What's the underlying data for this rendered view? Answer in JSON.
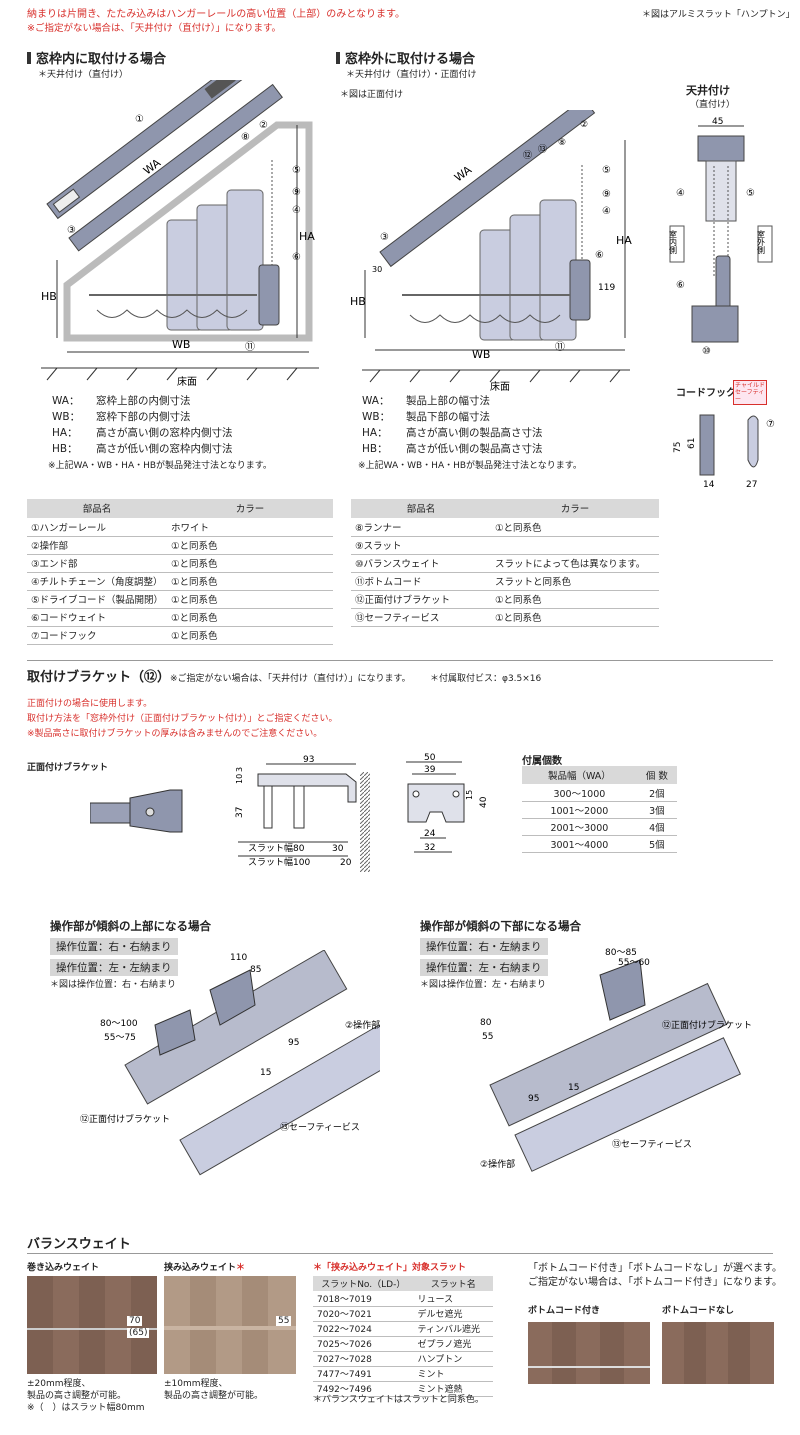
{
  "header": {
    "note1": "納まりは片開き、たたみ込みはハンガーレールの高い位置（上部）のみとなります。",
    "note2": "※ご指定がない場合は、「天井付け（直付け）」になります。",
    "fig_note": "＊図はアルミスラット「ハンプトン」"
  },
  "inside": {
    "title": "窓枠内に取付ける場合",
    "sub": "＊天井付け（直付け）",
    "labels": {
      "wa": "WA",
      "wb": "WB",
      "ha": "HA",
      "hb": "HB",
      "floor": "床面"
    },
    "legend": [
      {
        "k": "WA：",
        "v": "窓枠上部の内側寸法"
      },
      {
        "k": "WB：",
        "v": "窓枠下部の内側寸法"
      },
      {
        "k": "HA：",
        "v": "高さが高い側の窓枠内側寸法"
      },
      {
        "k": "HB：",
        "v": "高さが低い側の窓枠内側寸法"
      }
    ],
    "legend_note": "※上記WA・WB・HA・HBが製品発注寸法となります。"
  },
  "outside": {
    "title": "窓枠外に取付ける場合",
    "sub": "＊天井付け（直付け）・正面付け",
    "sub2": "＊図は正面付け",
    "labels": {
      "wa": "WA",
      "wb": "WB",
      "ha": "HA",
      "hb": "HB",
      "floor": "床面",
      "d119": "119",
      "d30": "30"
    },
    "legend": [
      {
        "k": "WA：",
        "v": "製品上部の幅寸法"
      },
      {
        "k": "WB：",
        "v": "製品下部の幅寸法"
      },
      {
        "k": "HA：",
        "v": "高さが高い側の製品高さ寸法"
      },
      {
        "k": "HB：",
        "v": "高さが低い側の製品高さ寸法"
      }
    ],
    "legend_note": "※上記WA・WB・HA・HBが製品発注寸法となります。"
  },
  "ceiling": {
    "title": "天井付け",
    "sub": "（直付け）",
    "dim": "45",
    "in": "室内側",
    "out": "室外側"
  },
  "cordhook": {
    "title": "コードフック",
    "badge": "チャイルドセーフティー",
    "d75": "75",
    "d61": "61",
    "d14": "14",
    "d27": "27"
  },
  "parts_left": {
    "headers": [
      "部品名",
      "カラー"
    ],
    "rows": [
      [
        "①ハンガーレール",
        "ホワイト"
      ],
      [
        "②操作部",
        "①と同系色"
      ],
      [
        "③エンド部",
        "①と同系色"
      ],
      [
        "④チルトチェーン（角度調整）",
        "①と同系色"
      ],
      [
        "⑤ドライブコード（製品開閉）",
        "①と同系色"
      ],
      [
        "⑥コードウェイト",
        "①と同系色"
      ],
      [
        "⑦コードフック",
        "①と同系色"
      ]
    ]
  },
  "parts_right": {
    "headers": [
      "部品名",
      "カラー"
    ],
    "rows": [
      [
        "⑧ランナー",
        "①と同系色"
      ],
      [
        "⑨スラット",
        ""
      ],
      [
        "⑩バランスウェイト",
        "スラットによって色は異なります。"
      ],
      [
        "⑪ボトムコード",
        "スラットと同系色"
      ],
      [
        "⑫正面付けブラケット",
        "①と同系色"
      ],
      [
        "⑬セーフティービス",
        "①と同系色"
      ]
    ]
  },
  "bracket": {
    "title": "取付けブラケット（⑫）",
    "note_a": "※ご指定がない場合は、「天井付け（直付け）」になります。",
    "note_b": "＊付属取付ビス：φ3.5×16",
    "red1": "正面付けの場合に使用します。",
    "red2": "取付け方法を「窓枠外付け（正面付けブラケット付け）」とご指定ください。",
    "red3": "※製品高さに取付けブラケットの厚みは含みませんのでご注意ください。",
    "front_label": "正面付けブラケット",
    "dims": {
      "d93": "93",
      "d10": "10",
      "d3": "3",
      "d37": "37",
      "d30": "30",
      "d20": "20",
      "s80": "スラット幅80",
      "s100": "スラット幅100",
      "d50": "50",
      "d39": "39",
      "d15": "15",
      "d40": "40",
      "d24": "24",
      "d32": "32"
    },
    "qty_title": "付属個数",
    "qty_headers": [
      "製品幅（WA）",
      "個 数"
    ],
    "qty_rows": [
      [
        "300～1000",
        "2個"
      ],
      [
        "1001～2000",
        "3個"
      ],
      [
        "2001～3000",
        "4個"
      ],
      [
        "3001～4000",
        "5個"
      ]
    ]
  },
  "op_top": {
    "title": "操作部が傾斜の上部になる場合",
    "tag1": "操作位置：右・右納まり",
    "tag2": "操作位置：左・左納まり",
    "note": "＊図は操作位置：右・右納まり",
    "labels": {
      "d110": "110",
      "d85": "85",
      "d80_100": "80～100",
      "d55_75": "55～75",
      "d95": "95",
      "d15": "15",
      "op": "②操作部",
      "br": "⑫正面付けブラケット",
      "sv": "⑬セーフティービス"
    }
  },
  "op_bottom": {
    "title": "操作部が傾斜の下部になる場合",
    "tag1": "操作位置：右・左納まり",
    "tag2": "操作位置：左・右納まり",
    "note": "＊図は操作位置：左・右納まり",
    "labels": {
      "d80_85": "80～85",
      "d55_60": "55～60",
      "d80": "80",
      "d55": "55",
      "d95": "95",
      "d15": "15",
      "op": "②操作部",
      "br": "⑫正面付けブラケット",
      "sv": "⑬セーフティービス"
    }
  },
  "balance": {
    "title": "バランスウェイト",
    "roll": {
      "title": "巻き込みウェイト",
      "d70": "70",
      "d65": "(65)",
      "n1": "±20mm程度、",
      "n2": "製品の高さ調整が可能。",
      "n3": "※（　）はスラット幅80mm"
    },
    "clip": {
      "title": "挟み込みウェイト",
      "star": "＊",
      "d55": "55",
      "n1": "±10mm程度、",
      "n2": "製品の高さ調整が可能。"
    },
    "slat_title": "＊「挟み込みウェイト」対象スラット",
    "slat_headers": [
      "スラットNo.（LD-）",
      "スラット名"
    ],
    "slat_rows": [
      [
        "7018～7019",
        "リュース"
      ],
      [
        "7020～7021",
        "デルセ遮光"
      ],
      [
        "7022～7024",
        "ティンバル遮光"
      ],
      [
        "7025～7026",
        "ゼプラノ遮光"
      ],
      [
        "7027～7028",
        "ハンプトン"
      ],
      [
        "7477～7491",
        "ミント"
      ],
      [
        "7492～7496",
        "ミント遮熱"
      ]
    ],
    "slat_note": "＊バランスウェイトはスラットと同系色。",
    "bc1": "「ボトムコード付き」「ボトムコードなし」が選べます。",
    "bc2": "ご指定がない場合は、「ボトムコード付き」になります。",
    "with": "ボトムコード付き",
    "without": "ボトムコードなし"
  },
  "colors": {
    "rail": "#8f96ad",
    "slat": "#c9cde0",
    "photo": "#8a6b5c",
    "accent": "#d8302c"
  }
}
